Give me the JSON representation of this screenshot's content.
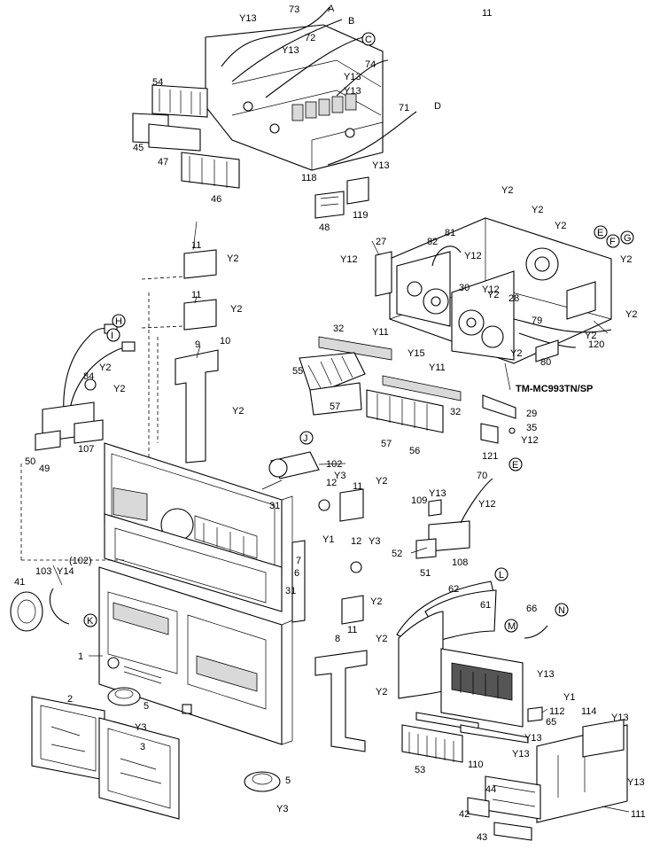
{
  "model_label": "TM-MC993TN/SP",
  "connectors": [
    "A",
    "B",
    "C",
    "D",
    "E",
    "F",
    "G",
    "H",
    "I",
    "J",
    "K",
    "L",
    "M",
    "N",
    "E"
  ],
  "part_labels": [
    "1",
    "2",
    "3",
    "5",
    "5",
    "6",
    "7",
    "8",
    "9",
    "10",
    "11",
    "11",
    "11",
    "11",
    "11",
    "12",
    "12",
    "27",
    "28",
    "29",
    "30",
    "31",
    "31",
    "32",
    "32",
    "35",
    "41",
    "42",
    "43",
    "44",
    "45",
    "46",
    "47",
    "48",
    "49",
    "50",
    "51",
    "52",
    "53",
    "54",
    "55",
    "56",
    "57",
    "57",
    "61",
    "62",
    "65",
    "66",
    "70",
    "71",
    "72",
    "73",
    "74",
    "79",
    "80",
    "81",
    "82",
    "84",
    "102",
    "103",
    "(102)",
    "107",
    "108",
    "109",
    "110",
    "111",
    "112",
    "114",
    "118",
    "119",
    "120",
    "121"
  ],
  "screw_labels": [
    "Y1",
    "Y1",
    "Y2",
    "Y2",
    "Y2",
    "Y2",
    "Y2",
    "Y2",
    "Y2",
    "Y2",
    "Y2",
    "Y2",
    "Y2",
    "Y2",
    "Y2",
    "Y2",
    "Y2",
    "Y2",
    "Y2",
    "Y3",
    "Y3",
    "Y3",
    "Y3",
    "Y11",
    "Y11",
    "Y12",
    "Y12",
    "Y12",
    "Y12",
    "Y12",
    "Y13",
    "Y13",
    "Y13",
    "Y13",
    "Y13",
    "Y13",
    "Y13",
    "Y13",
    "Y13",
    "Y13",
    "Y13",
    "Y14",
    "Y15"
  ]
}
